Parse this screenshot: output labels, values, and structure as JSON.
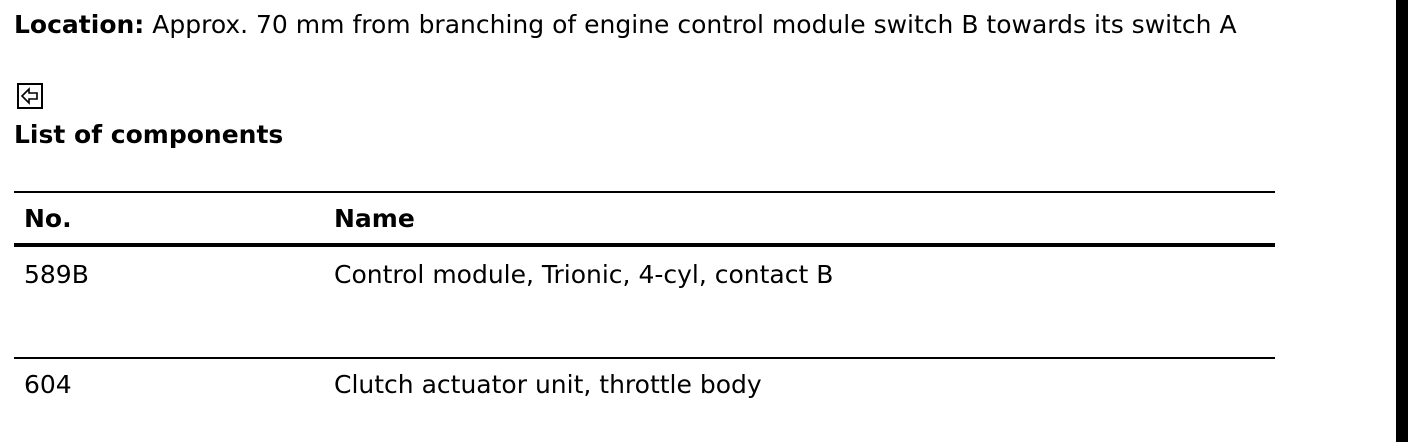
{
  "location": {
    "label": "Location:",
    "text": " Approx. 70 mm from branching of engine control module switch B towards its switch A"
  },
  "back_icon": "back-arrow-icon",
  "section_title": "List of components",
  "table": {
    "headers": {
      "no": "No.",
      "name": "Name"
    },
    "rows": [
      {
        "no": "589B",
        "name": "Control module, Trionic, 4-cyl, contact B"
      },
      {
        "no": "604",
        "name": "Clutch actuator unit, throttle body"
      }
    ]
  }
}
